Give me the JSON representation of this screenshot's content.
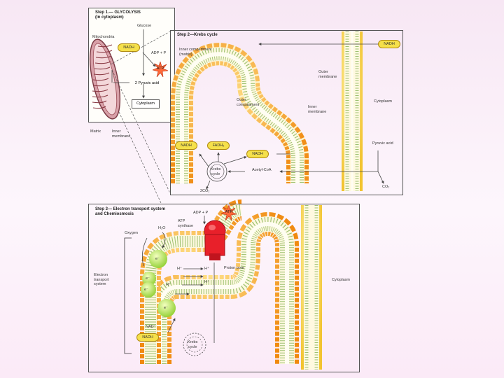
{
  "step1": {
    "title": "Step 1.— GLYCOLYSIS\n(in cytoplasm)",
    "glucose": "Glucose",
    "mitochondria": "Mitochondria",
    "nadh": "NADH",
    "adp_p": "ADP + P",
    "atp": "ATP",
    "pyruvic": "2 Pyruvic acid",
    "cytoplasm": "Cytoplasm",
    "matrix": "Matrix",
    "inner_membrane": "Inner\nmembrane"
  },
  "step2": {
    "title": "Step 2—Krebs cycle",
    "inner_compartment": "Inner compartment\n(matrix)",
    "nadh_top": "NADH",
    "outer_membrane": "Outer\nmembrane",
    "cytoplasm": "Cytoplasm",
    "outer_compartment": "Outer\ncompartment",
    "inner_membrane": "Inner\nmembrane",
    "nadh_left": "NADH",
    "fadh2": "FADH₂",
    "nadh_mid": "NADH",
    "pyruvic": "Pyruvic acid",
    "krebs": "Krebs\ncycle",
    "acetyl": "Acetyl-CoA",
    "co2_left": "2CO₂",
    "co2_right": "CO₂"
  },
  "step3": {
    "title": "Step 3— Electron transport system\nand Chemiosmosis",
    "adp_p": "ADP + P",
    "atp": "ATP",
    "oxygen": "Oxygen",
    "h2o": "H₂O",
    "atp_synthase": "ATP\nsynthase",
    "h1": "H⁺",
    "h2": "H⁺",
    "h3": "H⁺",
    "h4": "H⁺",
    "proton_pore": "Proton pore",
    "electron_transport": "Electron\ntransport\nsystem",
    "cytoplasm": "Cytoplasm",
    "nad": "NAD⁺",
    "nadh": "NADH",
    "krebs": "Krebs\ncycle",
    "e1": "e⁻",
    "e2": "e⁻",
    "e3": "e⁻",
    "e4": "e⁻"
  },
  "colors": {
    "membrane_orange": "#f0a020",
    "membrane_yellow": "#f7d640",
    "synthase_red": "#e8202a",
    "carrier_green": "#b8e040",
    "atp_star": "#ff6a3a",
    "label_yellow": "#f5e04a"
  }
}
